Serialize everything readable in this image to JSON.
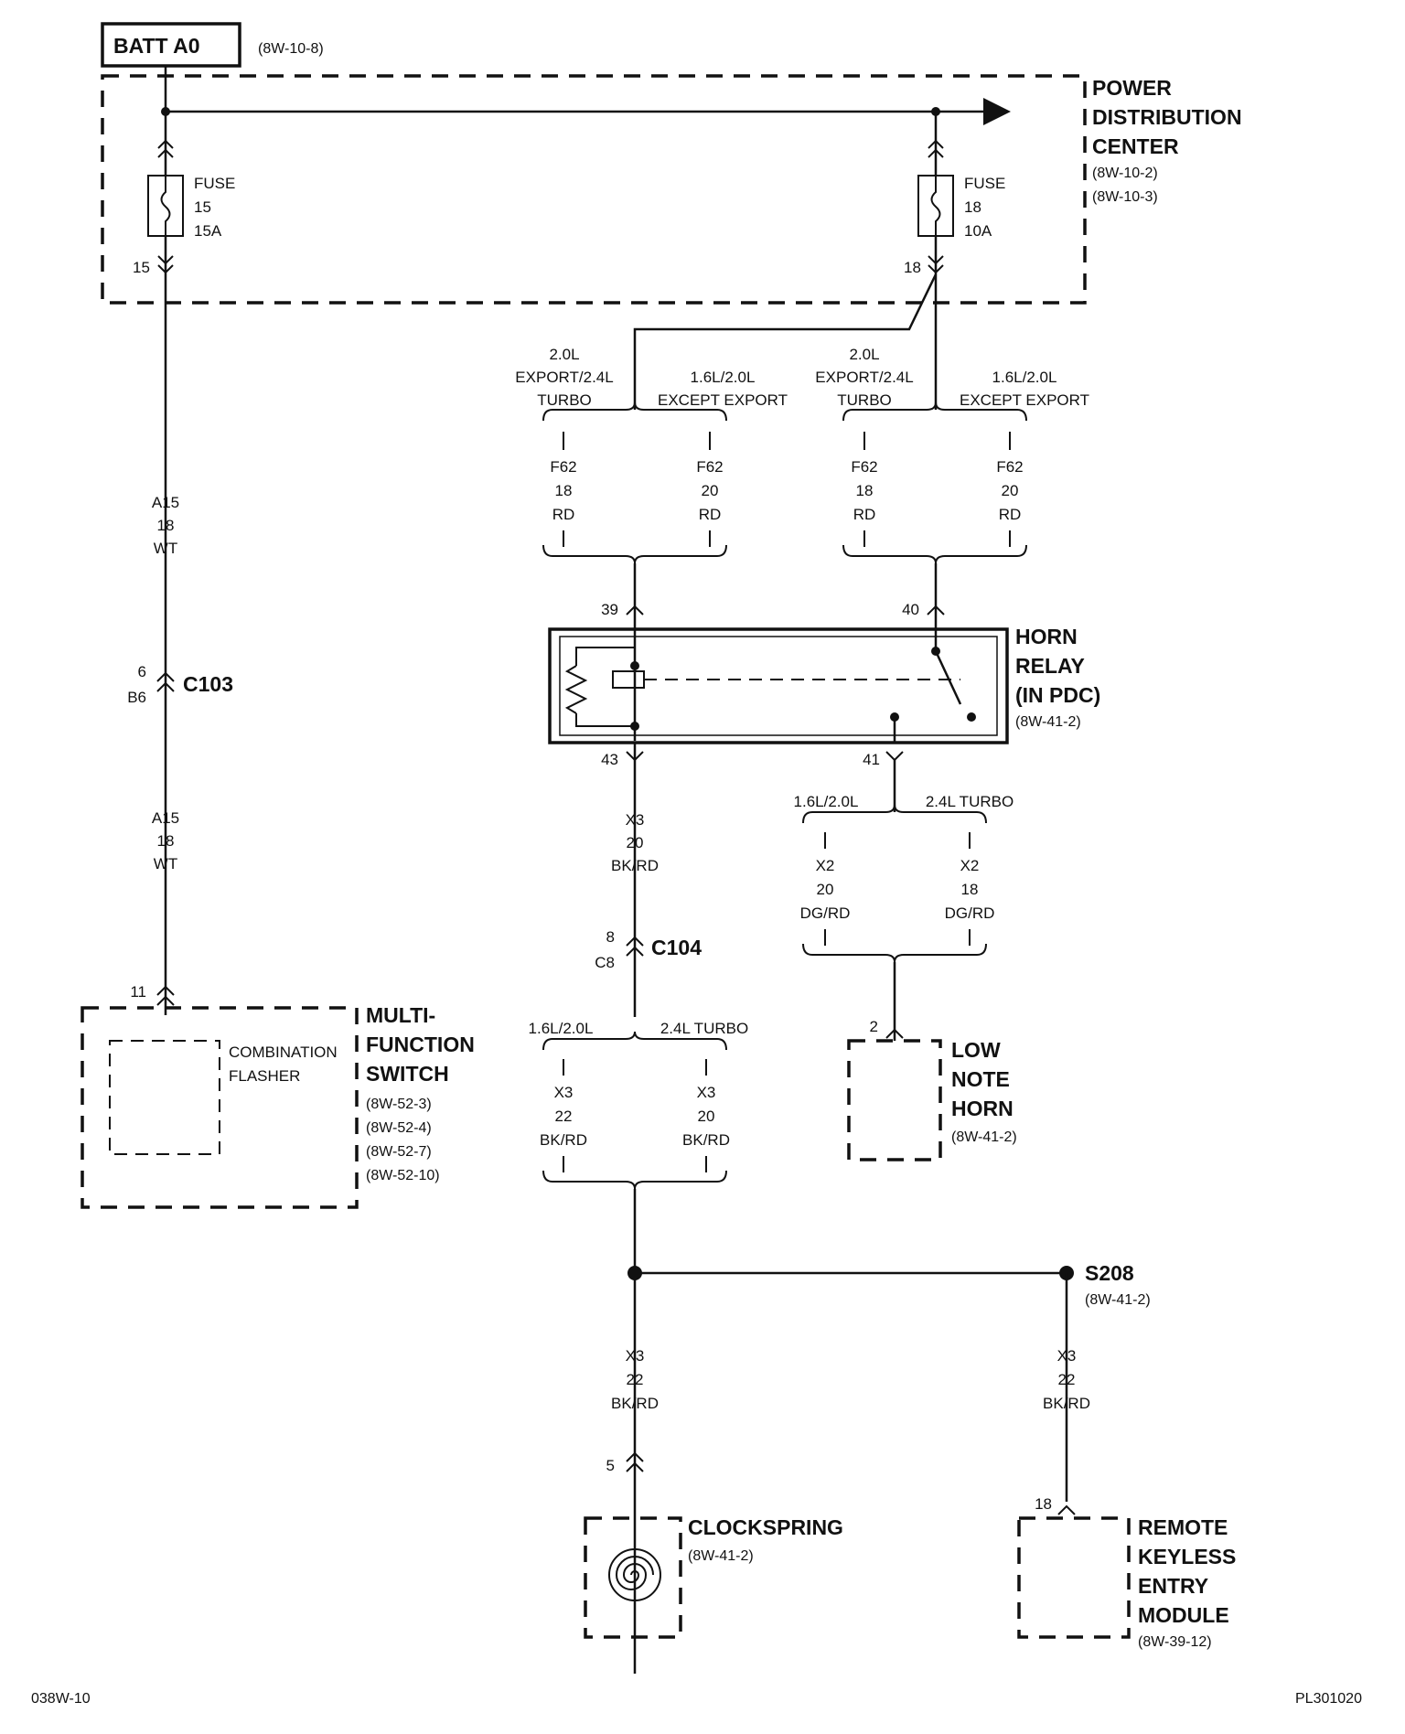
{
  "source": {
    "label": "BATT A0",
    "ref": "(8W-10-8)"
  },
  "pdc": {
    "line1": "POWER",
    "line2": "DISTRIBUTION",
    "line3": "CENTER",
    "ref1": "(8W-10-2)",
    "ref2": "(8W-10-3)"
  },
  "fuse15": {
    "name": "FUSE",
    "num": "15",
    "amps": "15A",
    "pin": "15"
  },
  "fuse18": {
    "name": "FUSE",
    "num": "18",
    "amps": "10A",
    "pin": "18"
  },
  "wire_a15_top": {
    "circuit": "A15",
    "gauge": "18",
    "color": "WT"
  },
  "wire_a15_bottom": {
    "circuit": "A15",
    "gauge": "18",
    "color": "WT"
  },
  "c103": {
    "name": "C103",
    "pin_top": "6",
    "pin_bottom": "B6"
  },
  "mfs": {
    "pin": "11",
    "line1": "MULTI-",
    "line2": "FUNCTION",
    "line3": "SWITCH",
    "inner1": "COMBINATION",
    "inner2": "FLASHER",
    "ref1": "(8W-52-3)",
    "ref2": "(8W-52-4)",
    "ref3": "(8W-52-7)",
    "ref4": "(8W-52-10)"
  },
  "splice_left": {
    "opt_a1": "2.0L",
    "opt_a2": "EXPORT/2.4L",
    "opt_a3": "TURBO",
    "opt_b1": "1.6L/2.0L",
    "opt_b2": "EXCEPT EXPORT",
    "wire_a": {
      "circuit": "F62",
      "gauge": "18",
      "color": "RD"
    },
    "wire_b": {
      "circuit": "F62",
      "gauge": "20",
      "color": "RD"
    }
  },
  "splice_right": {
    "opt_a1": "2.0L",
    "opt_a2": "EXPORT/2.4L",
    "opt_a3": "TURBO",
    "opt_b1": "1.6L/2.0L",
    "opt_b2": "EXCEPT EXPORT",
    "wire_a": {
      "circuit": "F62",
      "gauge": "18",
      "color": "RD"
    },
    "wire_b": {
      "circuit": "F62",
      "gauge": "20",
      "color": "RD"
    }
  },
  "relay": {
    "line1": "HORN",
    "line2": "RELAY",
    "line3": "(IN PDC)",
    "ref": "(8W-41-2)",
    "pin39": "39",
    "pin40": "40",
    "pin43": "43",
    "pin41": "41"
  },
  "wire_x3_20": {
    "circuit": "X3",
    "gauge": "20",
    "color": "BK/RD"
  },
  "c104": {
    "name": "C104",
    "pin_top": "8",
    "pin_bottom": "C8"
  },
  "split_x3": {
    "opt_a": "1.6L/2.0L",
    "opt_b": "2.4L TURBO",
    "wire_a": {
      "circuit": "X3",
      "gauge": "22",
      "color": "BK/RD"
    },
    "wire_b": {
      "circuit": "X3",
      "gauge": "20",
      "color": "BK/RD"
    }
  },
  "split_x2": {
    "opt_a": "1.6L/2.0L",
    "opt_b": "2.4L TURBO",
    "wire_a": {
      "circuit": "X2",
      "gauge": "20",
      "color": "DG/RD"
    },
    "wire_b": {
      "circuit": "X2",
      "gauge": "18",
      "color": "DG/RD"
    }
  },
  "horn": {
    "pin": "2",
    "line1": "LOW",
    "line2": "NOTE",
    "line3": "HORN",
    "ref": "(8W-41-2)"
  },
  "s208": {
    "name": "S208",
    "ref": "(8W-41-2)"
  },
  "wire_clock": {
    "circuit": "X3",
    "gauge": "22",
    "color": "BK/RD"
  },
  "wire_rke": {
    "circuit": "X3",
    "gauge": "22",
    "color": "BK/RD"
  },
  "clockspring": {
    "pin": "5",
    "name": "CLOCKSPRING",
    "ref": "(8W-41-2)"
  },
  "rke": {
    "pin": "18",
    "line1": "REMOTE",
    "line2": "KEYLESS",
    "line3": "ENTRY",
    "line4": "MODULE",
    "ref": "(8W-39-12)"
  },
  "footer": {
    "left": "038W-10",
    "right": "PL301020"
  }
}
